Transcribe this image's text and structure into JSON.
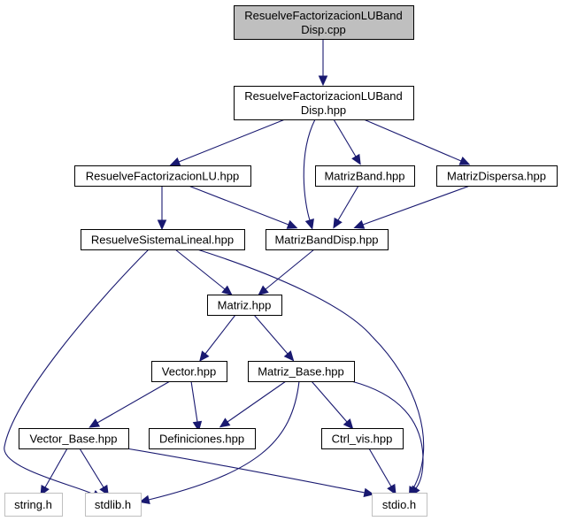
{
  "diagram": {
    "type": "include-dependency-graph",
    "edge_color": "#191970",
    "current_fill": "#bfbfbf",
    "external_border": "#bfbfbf",
    "nodes": [
      {
        "id": "cpp",
        "lines": [
          "ResuelveFactorizacionLUBand",
          "Disp.cpp"
        ],
        "kind": "current"
      },
      {
        "id": "hpp",
        "lines": [
          "ResuelveFactorizacionLUBand",
          "Disp.hpp"
        ],
        "kind": "local"
      },
      {
        "id": "rflu",
        "lines": [
          "ResuelveFactorizacionLU.hpp"
        ],
        "kind": "local"
      },
      {
        "id": "mband",
        "lines": [
          "MatrizBand.hpp"
        ],
        "kind": "local"
      },
      {
        "id": "mdisp",
        "lines": [
          "MatrizDispersa.hpp"
        ],
        "kind": "local"
      },
      {
        "id": "rsl",
        "lines": [
          "ResuelveSistemaLineal.hpp"
        ],
        "kind": "local"
      },
      {
        "id": "mbd",
        "lines": [
          "MatrizBandDisp.hpp"
        ],
        "kind": "local"
      },
      {
        "id": "matriz",
        "lines": [
          "Matriz.hpp"
        ],
        "kind": "local"
      },
      {
        "id": "vector",
        "lines": [
          "Vector.hpp"
        ],
        "kind": "local"
      },
      {
        "id": "mbase",
        "lines": [
          "Matriz_Base.hpp"
        ],
        "kind": "local"
      },
      {
        "id": "vbase",
        "lines": [
          "Vector_Base.hpp"
        ],
        "kind": "local"
      },
      {
        "id": "defs",
        "lines": [
          "Definiciones.hpp"
        ],
        "kind": "local"
      },
      {
        "id": "ctrl",
        "lines": [
          "Ctrl_vis.hpp"
        ],
        "kind": "local"
      },
      {
        "id": "string",
        "lines": [
          "string.h"
        ],
        "kind": "external"
      },
      {
        "id": "stdlib",
        "lines": [
          "stdlib.h"
        ],
        "kind": "external"
      },
      {
        "id": "stdio",
        "lines": [
          "stdio.h"
        ],
        "kind": "external"
      }
    ],
    "edges": [
      {
        "from": "cpp",
        "to": "hpp"
      },
      {
        "from": "hpp",
        "to": "rflu"
      },
      {
        "from": "hpp",
        "to": "mbd"
      },
      {
        "from": "hpp",
        "to": "mband"
      },
      {
        "from": "hpp",
        "to": "mdisp"
      },
      {
        "from": "rflu",
        "to": "rsl"
      },
      {
        "from": "rflu",
        "to": "mbd"
      },
      {
        "from": "mband",
        "to": "mbd"
      },
      {
        "from": "mdisp",
        "to": "mbd"
      },
      {
        "from": "rsl",
        "to": "matriz"
      },
      {
        "from": "rsl",
        "to": "stdlib"
      },
      {
        "from": "rsl",
        "to": "stdio"
      },
      {
        "from": "mbd",
        "to": "matriz"
      },
      {
        "from": "matriz",
        "to": "vector"
      },
      {
        "from": "matriz",
        "to": "mbase"
      },
      {
        "from": "vector",
        "to": "vbase"
      },
      {
        "from": "vector",
        "to": "defs"
      },
      {
        "from": "mbase",
        "to": "defs"
      },
      {
        "from": "mbase",
        "to": "stdlib"
      },
      {
        "from": "mbase",
        "to": "ctrl"
      },
      {
        "from": "mbase",
        "to": "stdio"
      },
      {
        "from": "vbase",
        "to": "string"
      },
      {
        "from": "vbase",
        "to": "stdlib"
      },
      {
        "from": "vbase",
        "to": "stdio"
      },
      {
        "from": "ctrl",
        "to": "stdio"
      }
    ]
  }
}
